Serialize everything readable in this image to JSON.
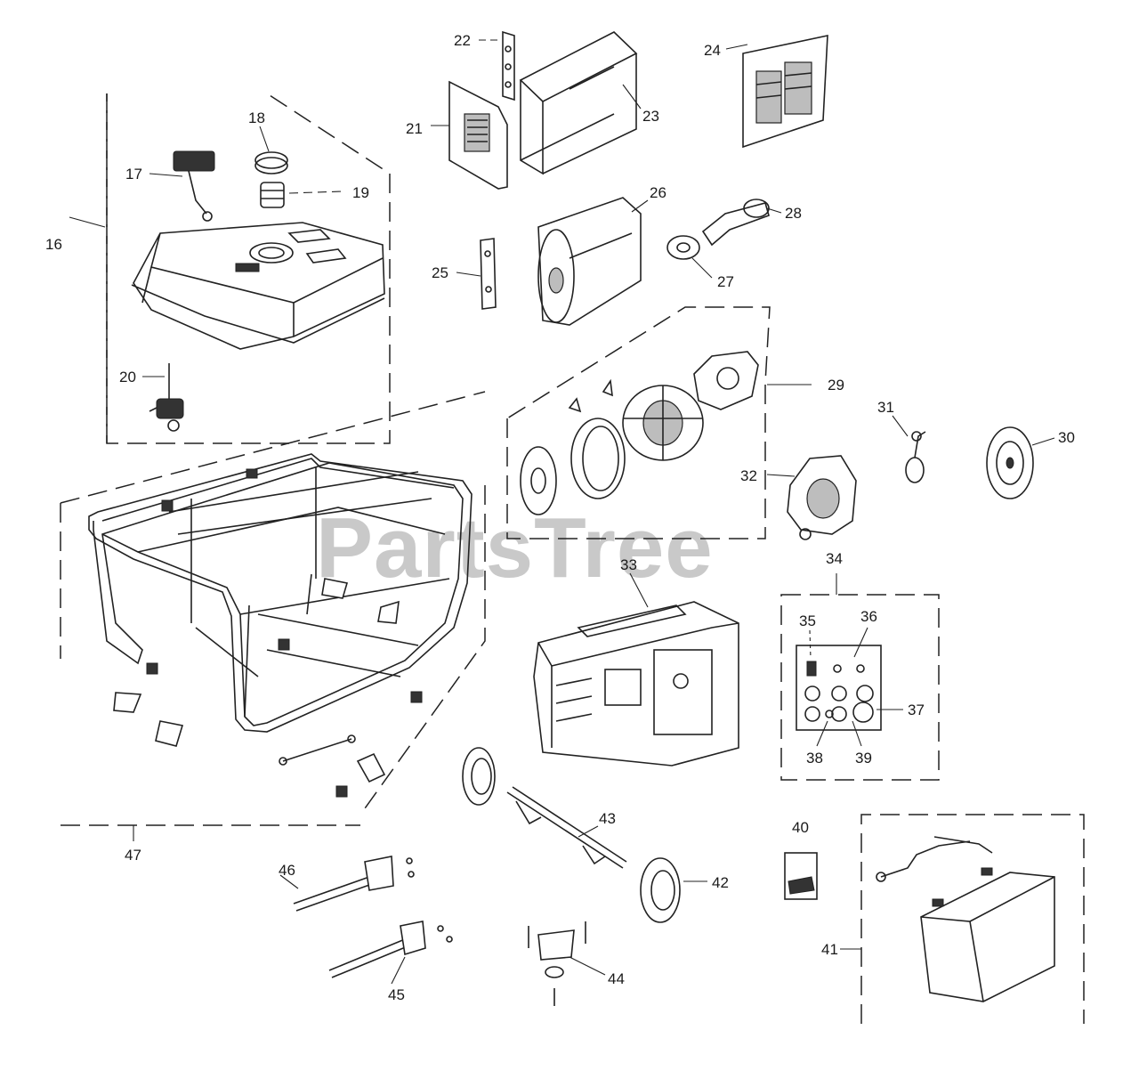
{
  "watermark": "PartsTree",
  "callouts": [
    {
      "id": "16",
      "label": "16"
    },
    {
      "id": "17",
      "label": "17"
    },
    {
      "id": "18",
      "label": "18"
    },
    {
      "id": "19",
      "label": "19"
    },
    {
      "id": "20",
      "label": "20"
    },
    {
      "id": "21",
      "label": "21"
    },
    {
      "id": "22",
      "label": "22"
    },
    {
      "id": "23",
      "label": "23"
    },
    {
      "id": "24",
      "label": "24"
    },
    {
      "id": "25",
      "label": "25"
    },
    {
      "id": "26",
      "label": "26"
    },
    {
      "id": "27",
      "label": "27"
    },
    {
      "id": "28",
      "label": "28"
    },
    {
      "id": "29",
      "label": "29"
    },
    {
      "id": "30",
      "label": "30"
    },
    {
      "id": "31",
      "label": "31"
    },
    {
      "id": "32",
      "label": "32"
    },
    {
      "id": "33",
      "label": "33"
    },
    {
      "id": "34",
      "label": "34"
    },
    {
      "id": "35",
      "label": "35"
    },
    {
      "id": "36",
      "label": "36"
    },
    {
      "id": "37",
      "label": "37"
    },
    {
      "id": "38",
      "label": "38"
    },
    {
      "id": "39",
      "label": "39"
    },
    {
      "id": "40",
      "label": "40"
    },
    {
      "id": "41",
      "label": "41"
    },
    {
      "id": "42",
      "label": "42"
    },
    {
      "id": "43",
      "label": "43"
    },
    {
      "id": "44",
      "label": "44"
    },
    {
      "id": "45",
      "label": "45"
    },
    {
      "id": "46",
      "label": "46"
    },
    {
      "id": "47",
      "label": "47"
    }
  ]
}
